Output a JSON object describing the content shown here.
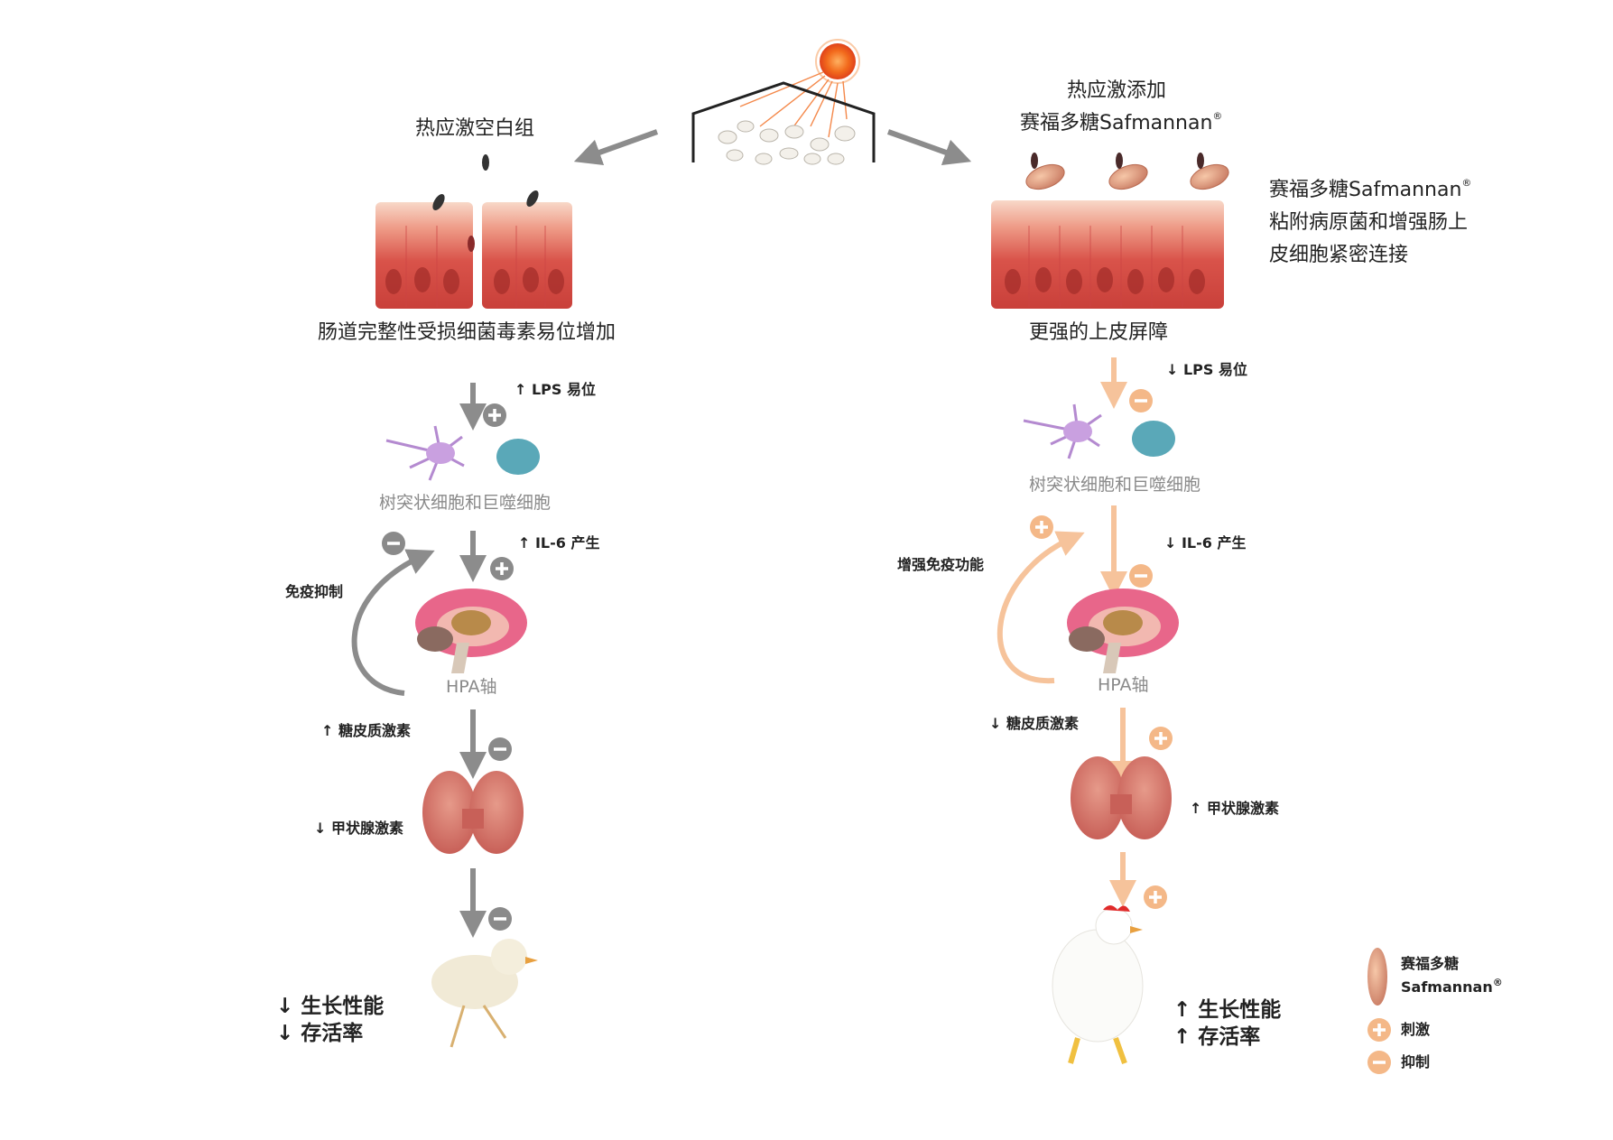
{
  "top": {
    "left_group": "热应激空白组",
    "right_group_line1": "热应激添加",
    "right_group_line2": "赛福多糖Safmannan",
    "reg": "®"
  },
  "left": {
    "barrier_caption": "肠道完整性受损细菌毒素易位增加",
    "lps": "↑ LPS 易位",
    "cells": "树突状细胞和巨噬细胞",
    "il6": "↑ IL-6 产生",
    "feedback": "免疫抑制",
    "hpa": "HPA轴",
    "cortisol": "↑ 糖皮质激素",
    "thyroid": "↓ 甲状腺激素",
    "growth": "↓ 生长性能",
    "survival": "↓ 存活率"
  },
  "right": {
    "side_note_1": "赛福多糖Safmannan",
    "side_note_2": "粘附病原菌和增强肠上",
    "side_note_3": "皮细胞紧密连接",
    "barrier_caption": "更强的上皮屏障",
    "lps": "↓ LPS 易位",
    "cells": "树突状细胞和巨噬细胞",
    "il6": "↓ IL-6 产生",
    "feedback": "增强免疫功能",
    "hpa": "HPA轴",
    "cortisol": "↓ 糖皮质激素",
    "thyroid": "↑ 甲状腺激素",
    "growth": "↑ 生长性能",
    "survival": "↑ 存活率"
  },
  "legend": {
    "item1_line1": "赛福多糖",
    "item1_line2": "Safmannan",
    "item2": "刺激",
    "item3": "抑制"
  },
  "colors": {
    "gray_arrow": "#8c8c8c",
    "peach_arrow": "#f6c39b",
    "sign_gray": "#8a8a8a",
    "sign_peach": "#f4b888",
    "intestine": "#d8524a"
  }
}
